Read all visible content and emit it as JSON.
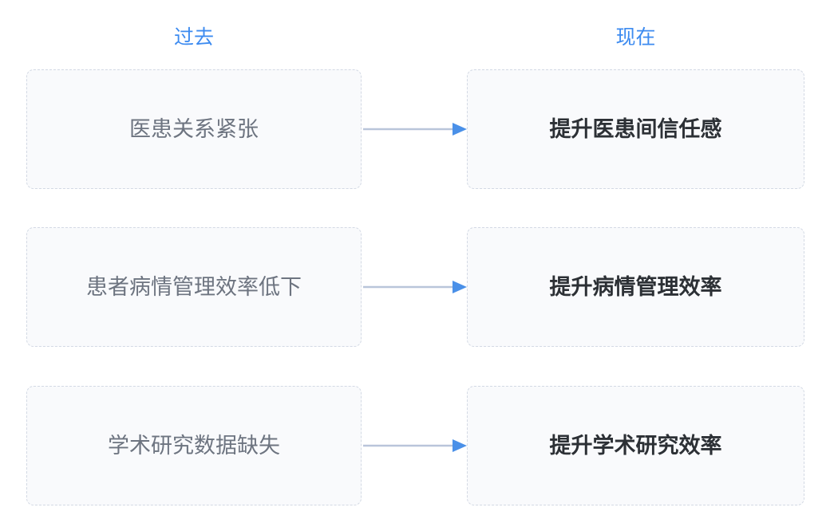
{
  "columns": {
    "past_label": "过去",
    "present_label": "现在"
  },
  "colors": {
    "header_blue": "#3d8bf0",
    "arrow_line": "#b9c5da",
    "arrow_head": "#4a90e8",
    "box_border": "#d3d9e4",
    "box_background": "#f9fafc",
    "left_text": "#6d7480",
    "right_text": "#2c3035",
    "page_background": "#ffffff"
  },
  "rows": [
    {
      "past": "医患关系紧张",
      "present": "提升医患间信任感",
      "arrow": "arrow-right"
    },
    {
      "past": "患者病情管理效率低下",
      "present": "提升病情管理效率",
      "arrow": "arrow-right"
    },
    {
      "past": "学术研究数据缺失",
      "present": "提升学术研究效率",
      "arrow": "arrow-right"
    }
  ]
}
